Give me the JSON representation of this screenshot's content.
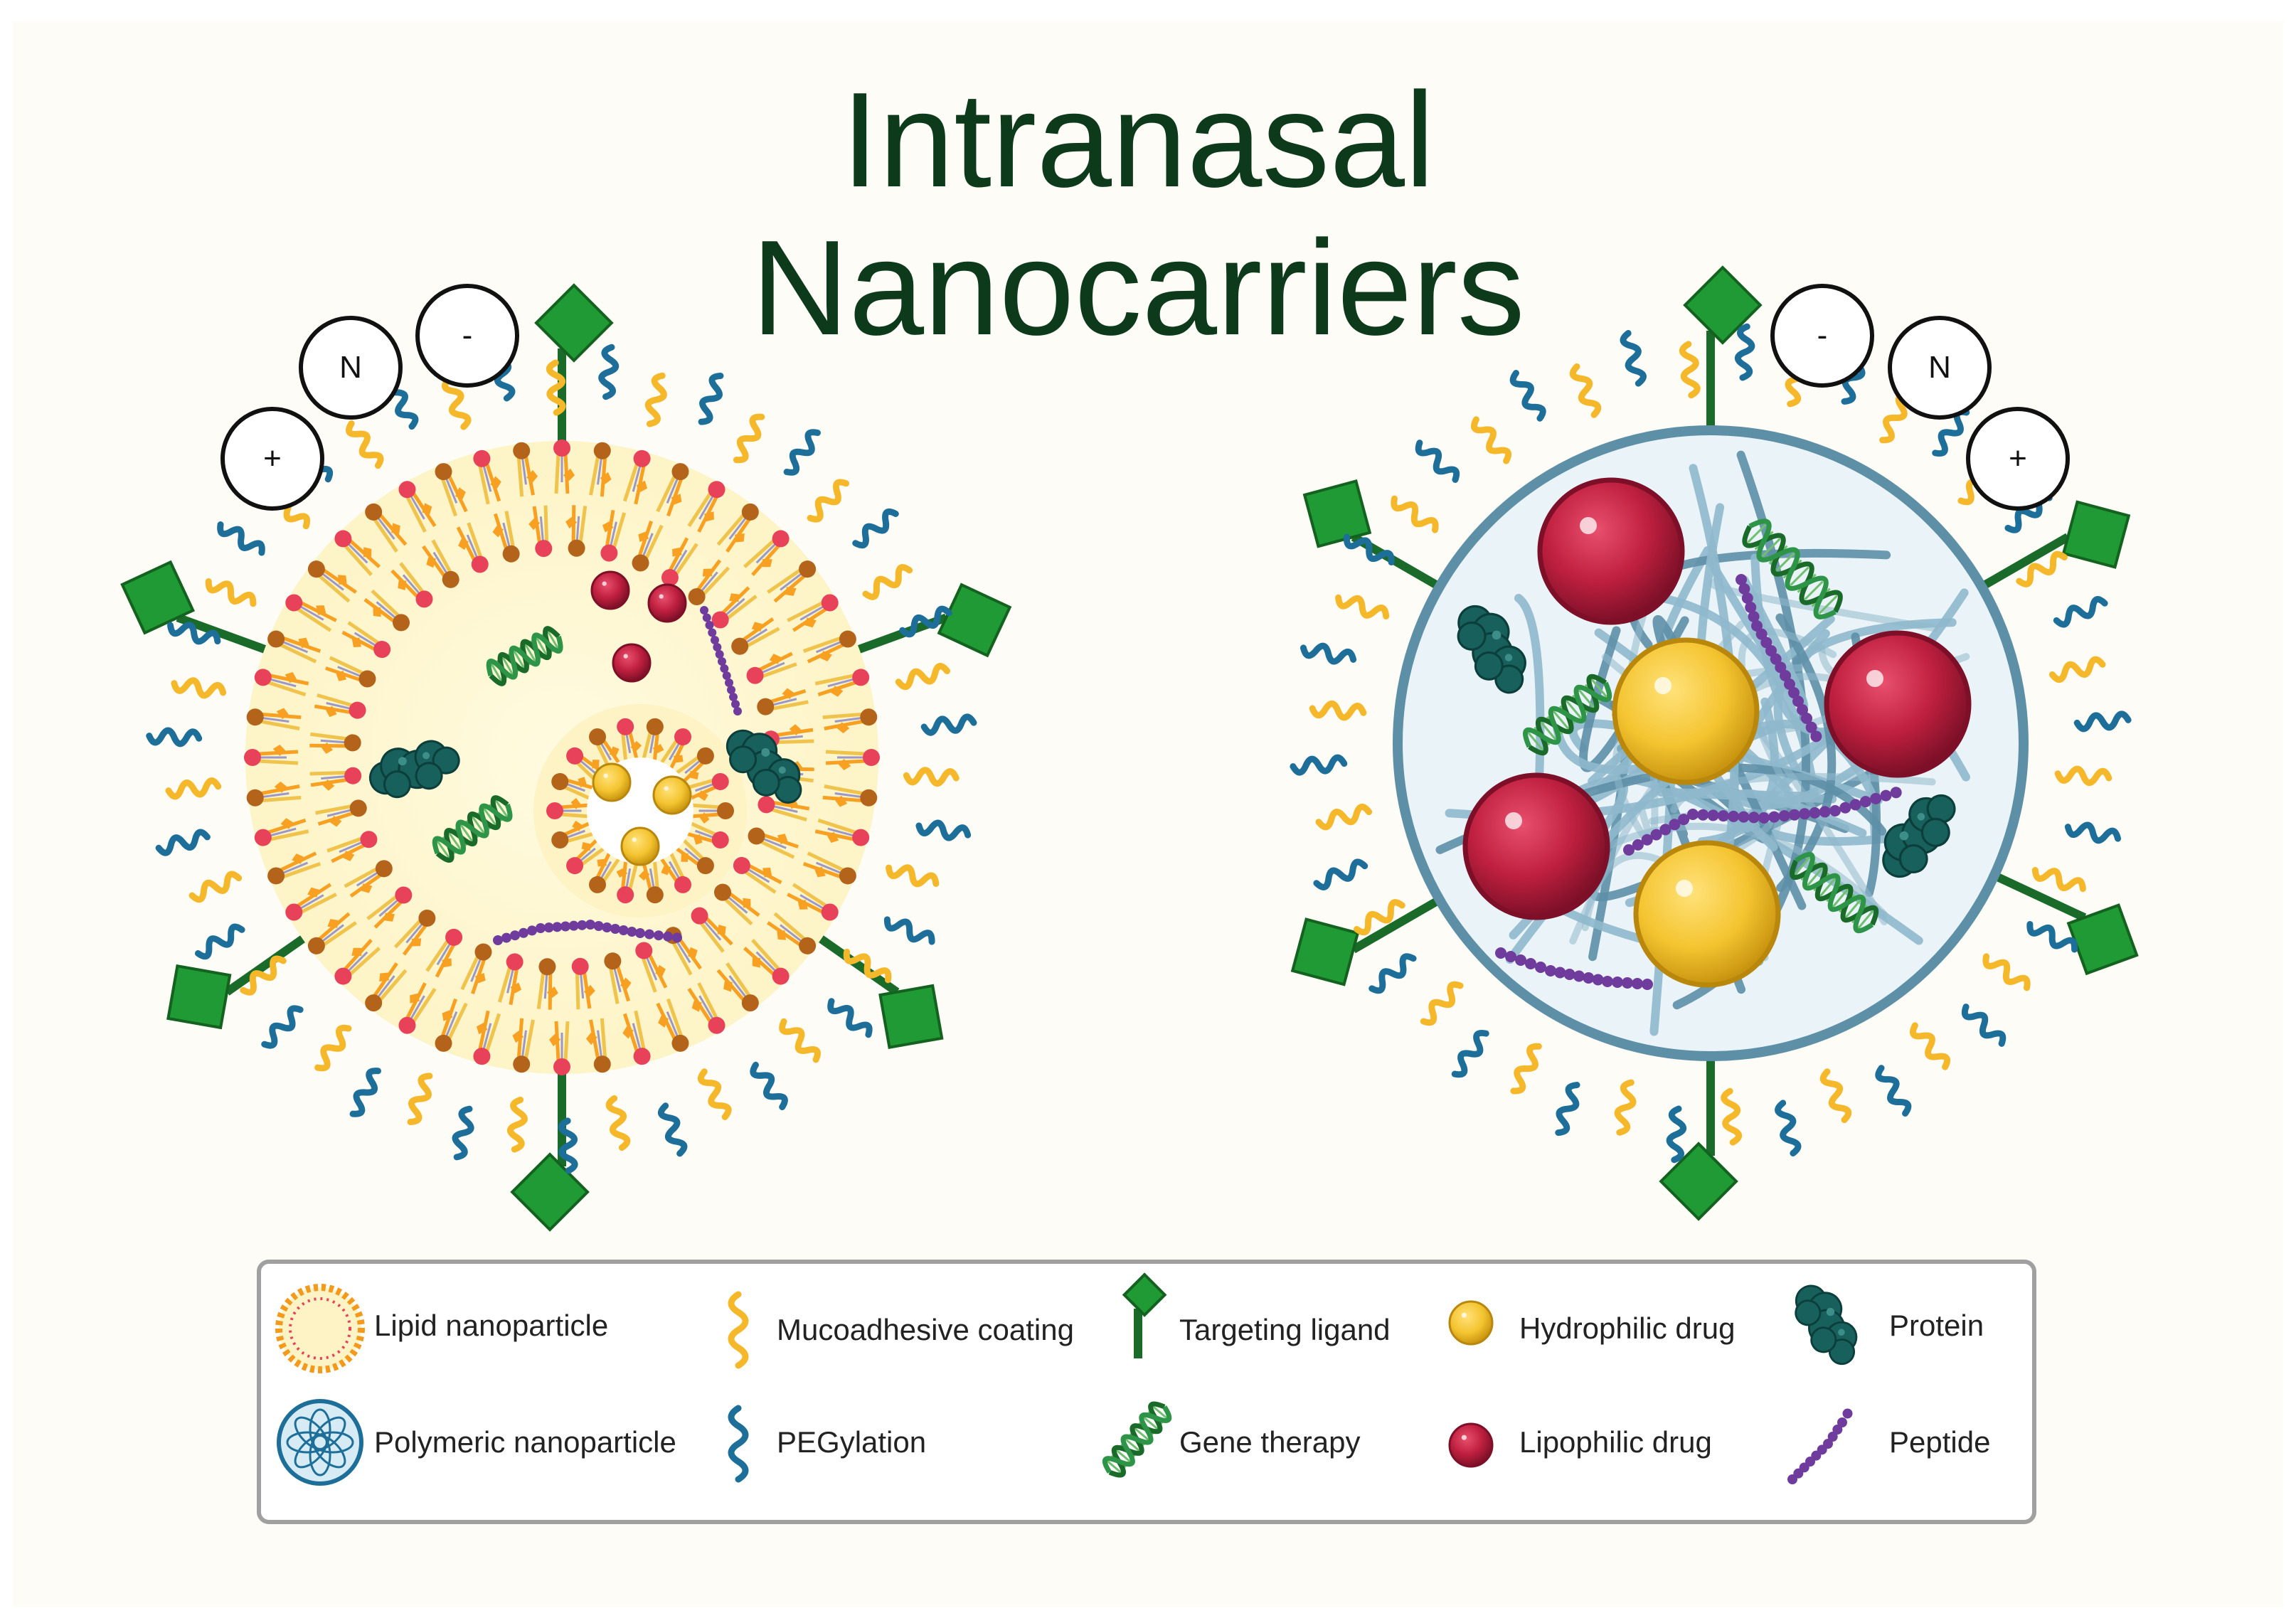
{
  "title": {
    "line1": "Intranasal",
    "line2": "Nanocarriers"
  },
  "charges": {
    "left": [
      "+",
      "N",
      "-"
    ],
    "right": [
      "-",
      "N",
      "+"
    ]
  },
  "particles": {
    "lipid": {
      "kind": "lipid-nanoparticle"
    },
    "polymeric": {
      "kind": "polymeric-nanoparticle"
    }
  },
  "legend": {
    "items": [
      {
        "id": "lipid",
        "label": "Lipid nanoparticle",
        "icon": "lipid-nanoparticle-icon"
      },
      {
        "id": "polymeric",
        "label": "Polymeric nanoparticle",
        "icon": "polymeric-nanoparticle-icon"
      },
      {
        "id": "muco",
        "label": "Mucoadhesive coating",
        "icon": "mucoadhesive-coating-icon"
      },
      {
        "id": "peg",
        "label": "PEGylation",
        "icon": "pegylation-icon"
      },
      {
        "id": "ligand",
        "label": "Targeting ligand",
        "icon": "targeting-ligand-icon"
      },
      {
        "id": "gene",
        "label": "Gene therapy",
        "icon": "gene-therapy-icon"
      },
      {
        "id": "hydrophilic",
        "label": "Hydrophilic drug",
        "icon": "hydrophilic-drug-icon"
      },
      {
        "id": "lipophilic",
        "label": "Lipophilic drug",
        "icon": "lipophilic-drug-icon"
      },
      {
        "id": "protein",
        "label": "Protein",
        "icon": "protein-icon"
      },
      {
        "id": "peptide",
        "label": "Peptide",
        "icon": "peptide-icon"
      }
    ]
  },
  "colors": {
    "background": "#fdfcf7",
    "title": "#0d3a1a",
    "ligand": "#1f9a34",
    "ligand_stem": "#1a6b2a",
    "muco": "#f5b82a",
    "peg": "#1d6f9a",
    "phospholipid_head_a": "#e8425a",
    "phospholipid_head_b": "#b4631a",
    "phospholipid_tail": "#f7a021",
    "lipophilic": "#c0203f",
    "hydrophilic": "#f4c430",
    "protein": "#17605c",
    "peptide": "#6f3b9c",
    "dna": "#1f7a3a",
    "polymer": "#8fb8cc",
    "polymer_dark": "#5d8fa6",
    "legend_border": "#9a9a9a"
  }
}
